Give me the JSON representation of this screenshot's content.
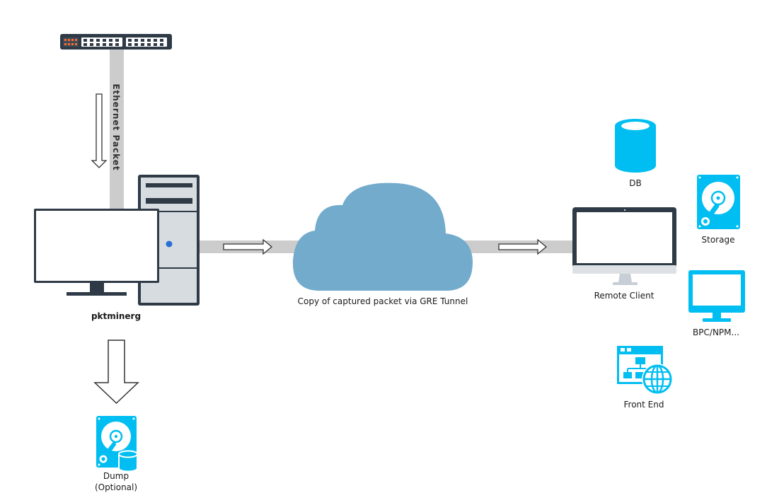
{
  "colors": {
    "link": "#cccccc",
    "accent": "#00bef2",
    "cloud": "#73abcd",
    "dark": "#2f3a47",
    "monitor_stand": "#2f3a47",
    "server_body": "#d7dce1",
    "led": "#2a6fd6",
    "switch_port": "#ff6b2b"
  },
  "labels": {
    "ethernet": "Ethernet Packet",
    "pktminerg": "pktminerg",
    "tunnel": "Copy of captured packet via GRE Tunnel",
    "remote_client": "Remote Client",
    "db": "DB",
    "storage": "Storage",
    "bpc": "BPC/NPM...",
    "front_end": "Front End",
    "dump_line1": "Dump",
    "dump_line2": "(Optional)"
  },
  "icons": {
    "switch": "network-switch-icon",
    "server": "server-tower-icon",
    "monitor": "monitor-icon",
    "cloud": "cloud-icon",
    "remote": "imac-icon",
    "db": "database-icon",
    "storage": "hard-drive-icon",
    "bpc": "monitor-icon",
    "front_end": "web-sitemap-icon",
    "dump": "hard-drive-database-icon"
  }
}
